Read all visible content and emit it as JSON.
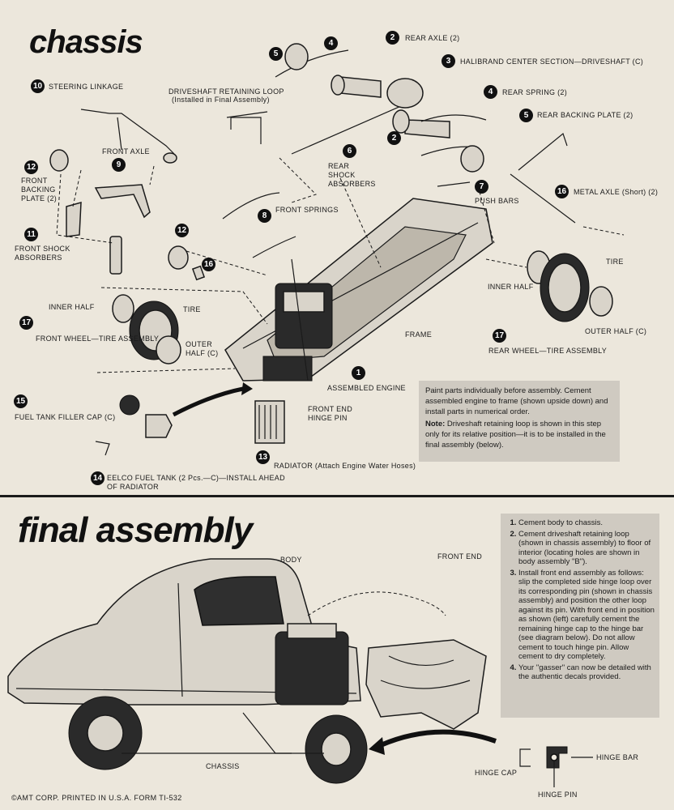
{
  "chassis": {
    "title": "chassis",
    "labels": {
      "rear_axle": "REAR AXLE (2)",
      "halibrand": "HALIBRAND CENTER SECTION—DRIVESHAFT (C)",
      "rear_spring": "REAR SPRING (2)",
      "rear_backing_plate": "REAR BACKING PLATE (2)",
      "steering_linkage": "STEERING LINKAGE",
      "driveshaft_loop": "DRIVESHAFT RETAINING LOOP",
      "driveshaft_loop_note": "(Installed in Final Assembly)",
      "front_axle": "FRONT AXLE",
      "front_backing_plate": "FRONT BACKING PLATE (2)",
      "rear_shock": "REAR SHOCK ABSORBERS",
      "push_bars": "PUSH BARS",
      "metal_axle": "METAL AXLE (Short) (2)",
      "front_springs": "FRONT SPRINGS",
      "front_shock": "FRONT SHOCK ABSORBERS",
      "tire_rear": "TIRE",
      "inner_half_rear": "INNER HALF",
      "inner_half_front": "INNER HALF",
      "tire_front": "TIRE",
      "front_wheel_tire": "FRONT WHEEL—TIRE ASSEMBLY",
      "outer_half_front": "OUTER HALF (C)",
      "frame": "FRAME",
      "outer_half_rear": "OUTER HALF (C)",
      "rear_wheel_tire": "REAR WHEEL—TIRE ASSEMBLY",
      "assembled_engine": "ASSEMBLED ENGINE",
      "fuel_cap": "FUEL TANK FILLER CAP (C)",
      "front_hinge_pin": "FRONT END HINGE PIN",
      "radiator": "RADIATOR (Attach Engine Water Hoses)",
      "fuel_tank": "EELCO FUEL TANK (2 Pcs.—C)—INSTALL AHEAD OF RADIATOR"
    },
    "note": {
      "text": "Paint parts individually before assembly. Cement assembled engine to frame (shown upside down) and install parts in numerical order.",
      "note_label": "Note:",
      "note_text": "Driveshaft retaining loop is shown in this step only for its relative position—it is to be installed in the final assembly (below)."
    }
  },
  "final": {
    "title": "final assembly",
    "labels": {
      "body": "BODY",
      "front_end": "FRONT END",
      "chassis": "CHASSIS",
      "hinge_bar": "HINGE BAR",
      "hinge_cap": "HINGE CAP",
      "hinge_pin": "HINGE PIN"
    },
    "steps": [
      "Cement body to chassis.",
      "Cement driveshaft retaining loop (shown in chassis assembly) to floor of interior (locating holes are shown in body assembly \"B\").",
      "Install front end assembly as follows: slip the completed side hinge loop over its corresponding pin (shown in chassis assembly) and position the other loop against its pin. With front end in position as shown (left) carefully cement the remaining hinge cap to the hinge bar (see diagram below). Do not allow cement to touch hinge pin. Allow cement to dry completely.",
      "Your \"gasser\" can now be detailed with the authentic decals provided."
    ]
  },
  "footer": "©AMT CORP. PRINTED IN U.S.A. FORM TI-532"
}
